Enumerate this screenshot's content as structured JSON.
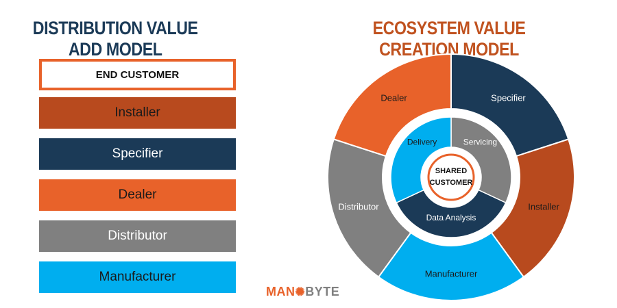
{
  "titles": {
    "left": "DISTRIBUTION VALUE ADD MODEL",
    "right": "ECOSYSTEM VALUE CREATION MODEL"
  },
  "stack": [
    {
      "label": "END CUSTOMER",
      "color": "#ffffff",
      "border": "#e8622a"
    },
    {
      "label": "Installer",
      "color": "#b84a1e"
    },
    {
      "label": "Specifier",
      "color": "#1b3a57"
    },
    {
      "label": "Dealer",
      "color": "#e8622a"
    },
    {
      "label": "Distributor",
      "color": "#808080"
    },
    {
      "label": "Manufacturer",
      "color": "#00aeef"
    }
  ],
  "outer_ring": [
    {
      "label": "Specifier",
      "color": "#1b3a57",
      "text_color": "#ffffff"
    },
    {
      "label": "Installer",
      "color": "#b84a1e",
      "text_color": "#1a1a1a"
    },
    {
      "label": "Manufacturer",
      "color": "#00aeef",
      "text_color": "#1a1a1a"
    },
    {
      "label": "Distributor",
      "color": "#808080",
      "text_color": "#ffffff"
    },
    {
      "label": "Dealer",
      "color": "#e8622a",
      "text_color": "#1a1a1a"
    }
  ],
  "inner_ring": [
    {
      "label": "Servicing",
      "color": "#808080",
      "text_color": "#ffffff"
    },
    {
      "label": "Data Analysis",
      "color": "#1b3a57",
      "text_color": "#ffffff"
    },
    {
      "label": "Delivery",
      "color": "#00aeef",
      "text_color": "#1a1a1a"
    }
  ],
  "center": {
    "line1": "SHARED",
    "line2": "CUSTOMER",
    "border": "#e8622a"
  },
  "logo": {
    "part1": "MAN",
    "part2": "BYTE",
    "mark": "gear-icon"
  }
}
